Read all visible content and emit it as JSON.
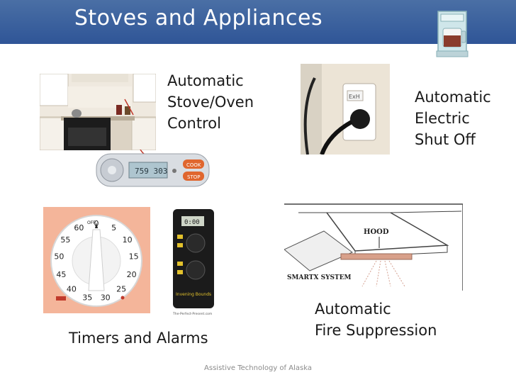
{
  "slide": {
    "title": "Stoves and Appliances",
    "footer": "Assistive Technology of Alaska"
  },
  "captions": {
    "stove_oven": "Automatic\nStove/Oven\nControl",
    "electric_shutoff": "Automatic\nElectric\nShut Off",
    "timers": "Timers and Alarms",
    "fire_suppression": "Automatic\nFire Suppression"
  },
  "image_labels": {
    "controller_display": "759  303",
    "controller_cook": "COOK",
    "controller_stop": "STOP",
    "outlet_label": "ExH",
    "timer_display": "0:00",
    "timer_brand": "Invening Bounds",
    "timer_site": "The-Perfect-Present.com",
    "hood_label": "HOOD",
    "system_label": "SMARTX SYSTEM",
    "dial_off": "OFF",
    "dial_numbers": [
      "0",
      "5",
      "10",
      "15",
      "20",
      "25",
      "30",
      "35",
      "40",
      "45",
      "50",
      "55",
      "60"
    ]
  },
  "colors": {
    "title_bar": "#2f5597",
    "title_text": "#ffffff",
    "caption_text": "#1a1a1a",
    "dial_background": "#f4b59a"
  }
}
